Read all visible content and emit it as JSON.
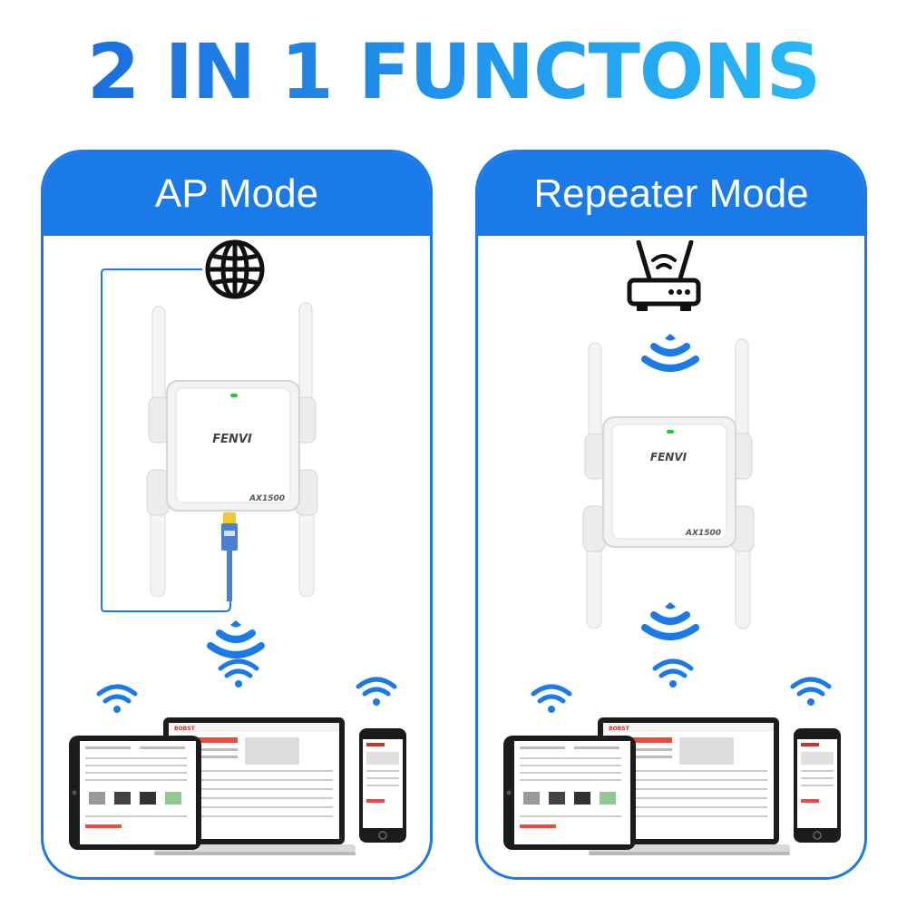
{
  "headline": "2 IN 1 FUNCTONS",
  "colors": {
    "accent": "#1a7ae8",
    "headline_gradient_start": "#1a6fe0",
    "headline_gradient_end": "#25b6f7",
    "header_fill": "#1a7ae8",
    "wifi": "#1a7ae8",
    "led": "#22cc33",
    "cable": "#4a7fd4",
    "connector": "#f2c82a"
  },
  "panels": [
    {
      "title": "AP Mode",
      "top_icon": "globe-icon",
      "device": {
        "brand": "FENVI",
        "model": "AX1500"
      }
    },
    {
      "title": "Repeater Mode",
      "top_icon": "router-icon",
      "device": {
        "brand": "FENVI",
        "model": "AX1500"
      }
    }
  ],
  "screens": {
    "site_logo": "BOBST"
  }
}
